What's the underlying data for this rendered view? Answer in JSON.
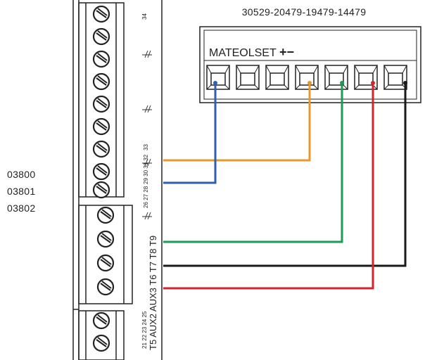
{
  "part_number": "30529-20479-19479-14479",
  "codes": [
    "03800",
    "03801",
    "03802"
  ],
  "module": {
    "label": "MATEOLSET",
    "polarity": "+−",
    "slot_count": 7
  },
  "terminal_labels": {
    "upper_numbers": "29 30 31 32",
    "upper_extra": "33",
    "middle_numbers": "26 27 28",
    "lower_text": "T5 AUX2 AUX3 T6 T7 T8 T9",
    "bottom_numbers": "21 22 23 24 25",
    "top_mark": "34"
  },
  "wire_colors": {
    "orange": "#e69a2e",
    "blue": "#2f5fb0",
    "green": "#1f9a55",
    "black": "#1a1a1a",
    "red": "#d2262f"
  }
}
